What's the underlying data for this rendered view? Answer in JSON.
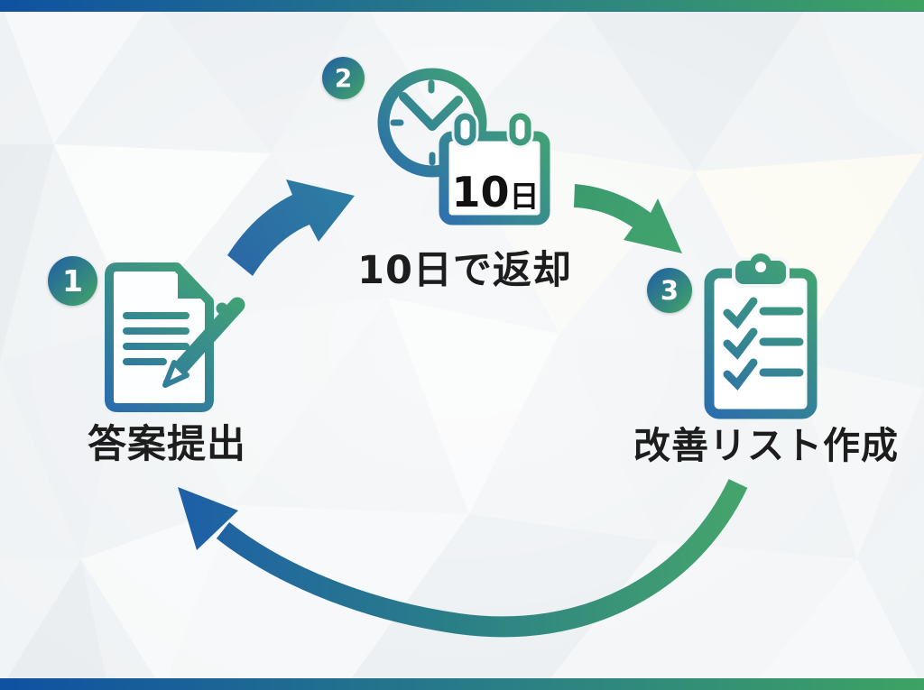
{
  "theme": {
    "bar_blue": "#0f51a2",
    "bar_teal": "#2a7f86",
    "bar_green": "#3ea263",
    "icon_blue": "#2a6cae",
    "icon_green": "#43a571",
    "ink": "#1d1d1d",
    "badge_text": "#ffffff"
  },
  "diagram": {
    "type": "cycle",
    "steps": [
      {
        "number": "1",
        "label": "答案提出",
        "icon": "document-pen-icon"
      },
      {
        "number": "2",
        "label": "10日で返却",
        "icon": "clock-calendar-icon",
        "calendar_value": "10",
        "calendar_unit": "日"
      },
      {
        "number": "3",
        "label": "改善リスト作成",
        "icon": "clipboard-checklist-icon"
      }
    ],
    "arrows": [
      {
        "name": "arrow-step1-to-step2",
        "color": "blue",
        "direction": "up-right"
      },
      {
        "name": "arrow-step2-to-step3",
        "color": "green",
        "direction": "down-right"
      },
      {
        "name": "arrow-step3-to-step1",
        "color": "green-to-blue",
        "direction": "sweep-left"
      }
    ]
  }
}
